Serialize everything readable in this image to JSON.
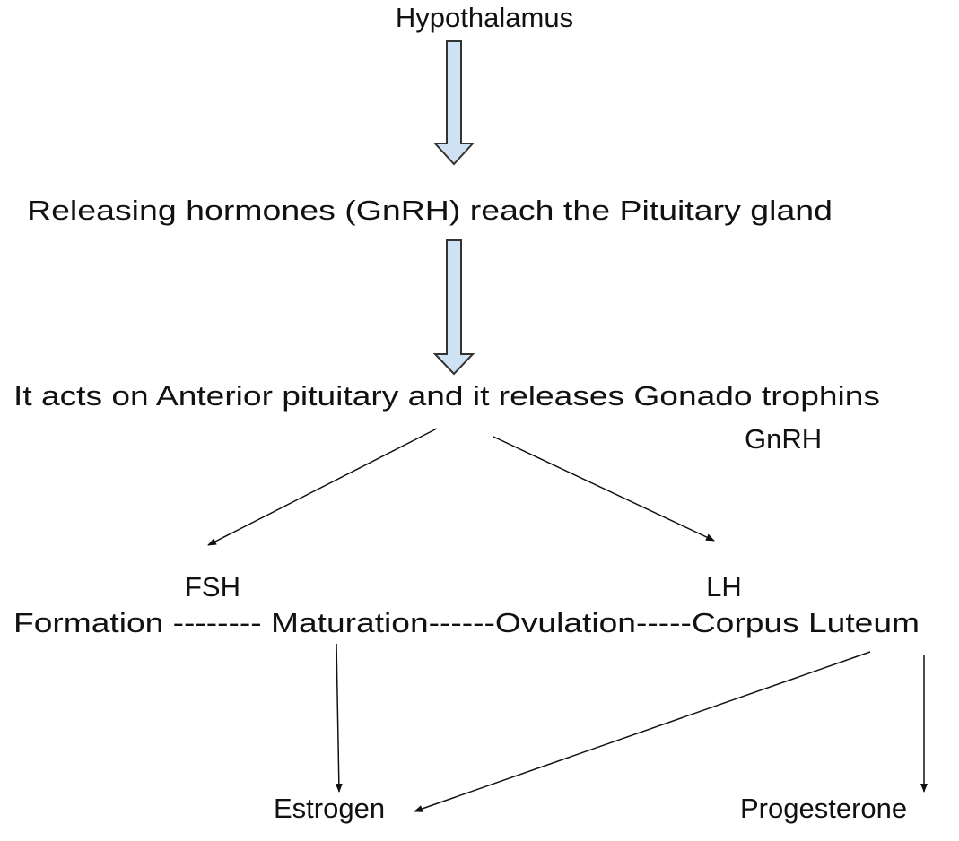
{
  "nodes": {
    "hypothalamus": "Hypothalamus",
    "releasing": "Releasing hormones (GnRH)  reach the Pituitary gland",
    "anterior": "It acts on Anterior pituitary and it releases Gonado trophins",
    "gnrh": "GnRH",
    "fsh": "FSH",
    "lh": "LH",
    "stages": "Formation -------- Maturation------Ovulation-----Corpus Luteum",
    "estrogen": "Estrogen",
    "progesterone": "Progesterone"
  },
  "colors": {
    "block_arrow_fill": "#cfe2f3",
    "block_arrow_stroke": "#333333",
    "line": "#111111"
  }
}
